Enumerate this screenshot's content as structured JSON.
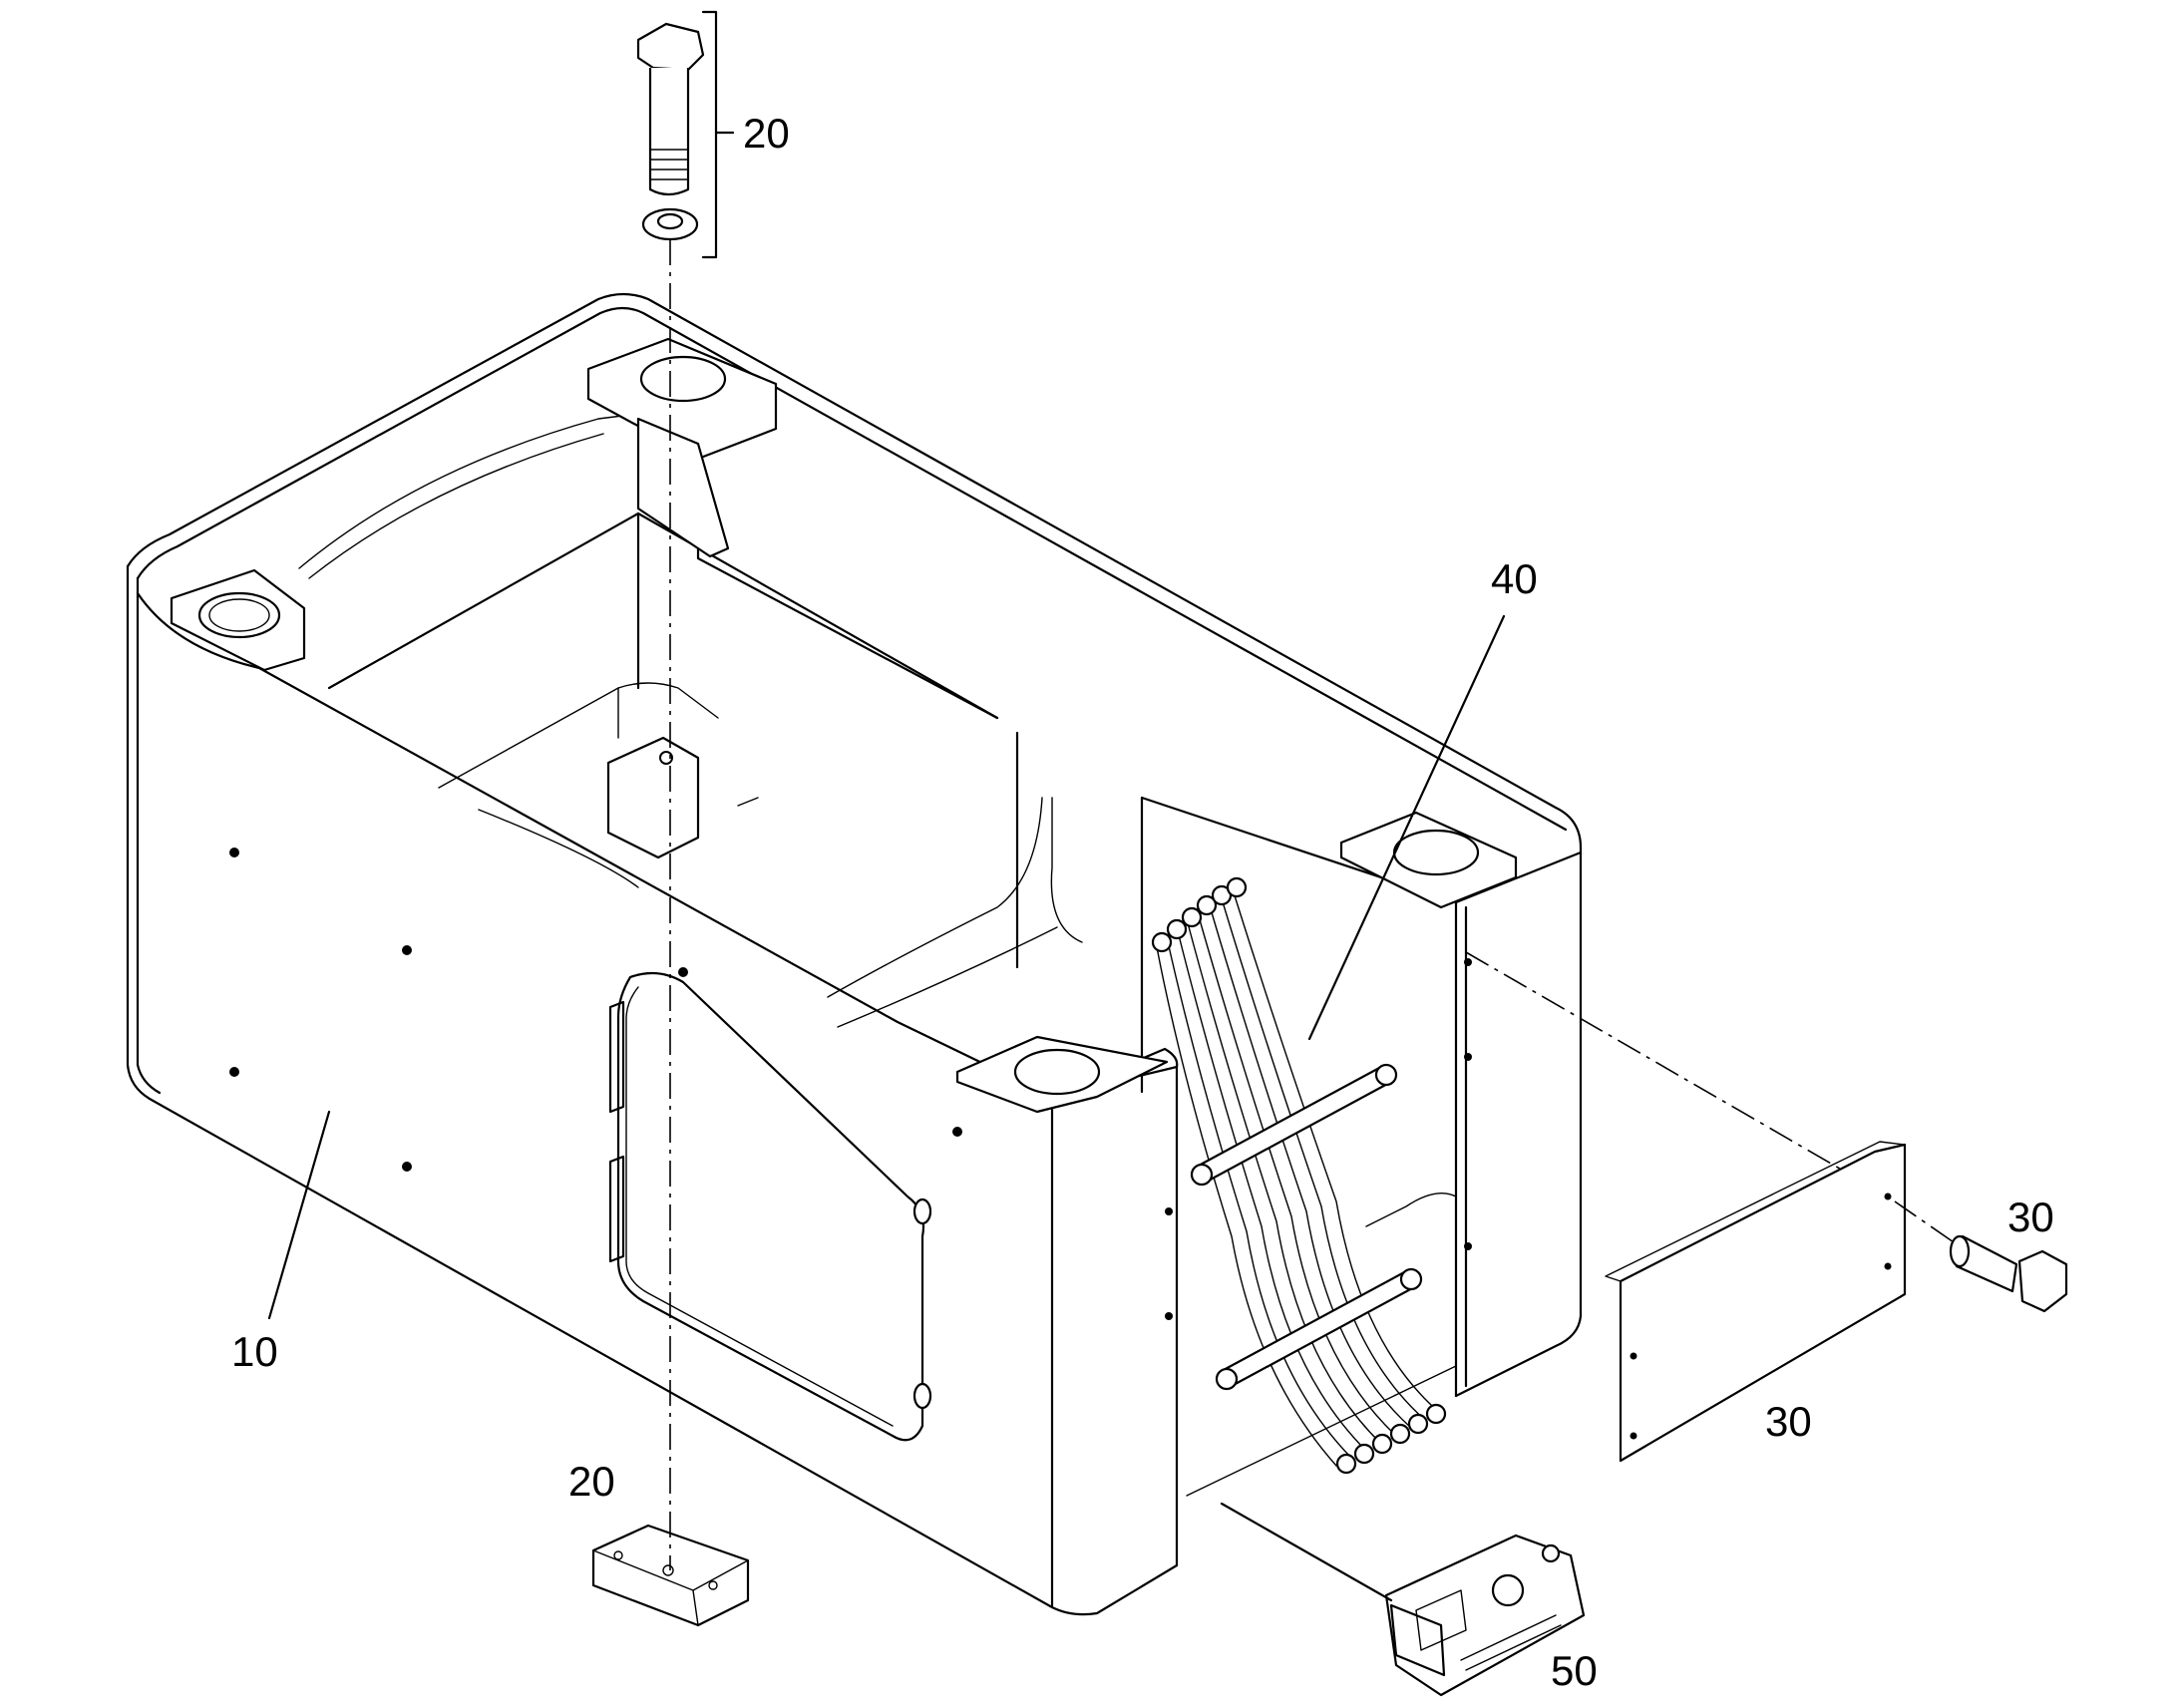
{
  "callouts": [
    {
      "id": "bolt-set-top",
      "text": "20"
    },
    {
      "id": "hose-assembly",
      "text": "40"
    },
    {
      "id": "bolt",
      "text": "30"
    },
    {
      "id": "cover-plate",
      "text": "30"
    },
    {
      "id": "frame",
      "text": "10"
    },
    {
      "id": "foot-pad",
      "text": "20"
    },
    {
      "id": "bracket",
      "text": "50"
    }
  ]
}
